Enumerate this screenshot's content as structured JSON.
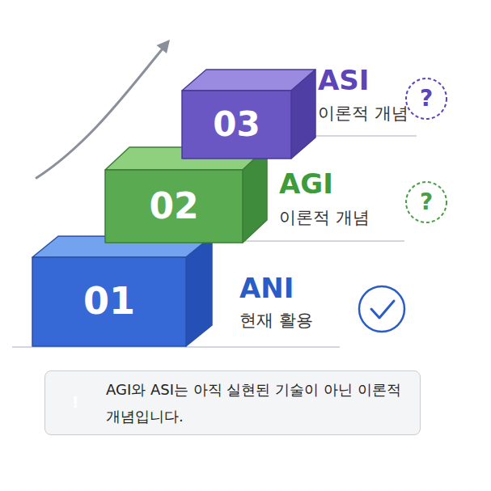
{
  "diagram": {
    "nodes": [
      {
        "text": [
          "01",
          "ANI",
          "현재 활용"
        ]
      },
      {
        "text": [
          "02",
          "AGI",
          "이론적 개념"
        ]
      },
      {
        "text": [
          "03",
          "ASI",
          "이론적 개념"
        ]
      },
      {
        "text": [
          "AGI와 ASI는 아직 실현된 기술이 아닌 이론적 개념입니다."
        ]
      }
    ],
    "labels": [
      "?",
      "?",
      "!"
    ]
  }
}
